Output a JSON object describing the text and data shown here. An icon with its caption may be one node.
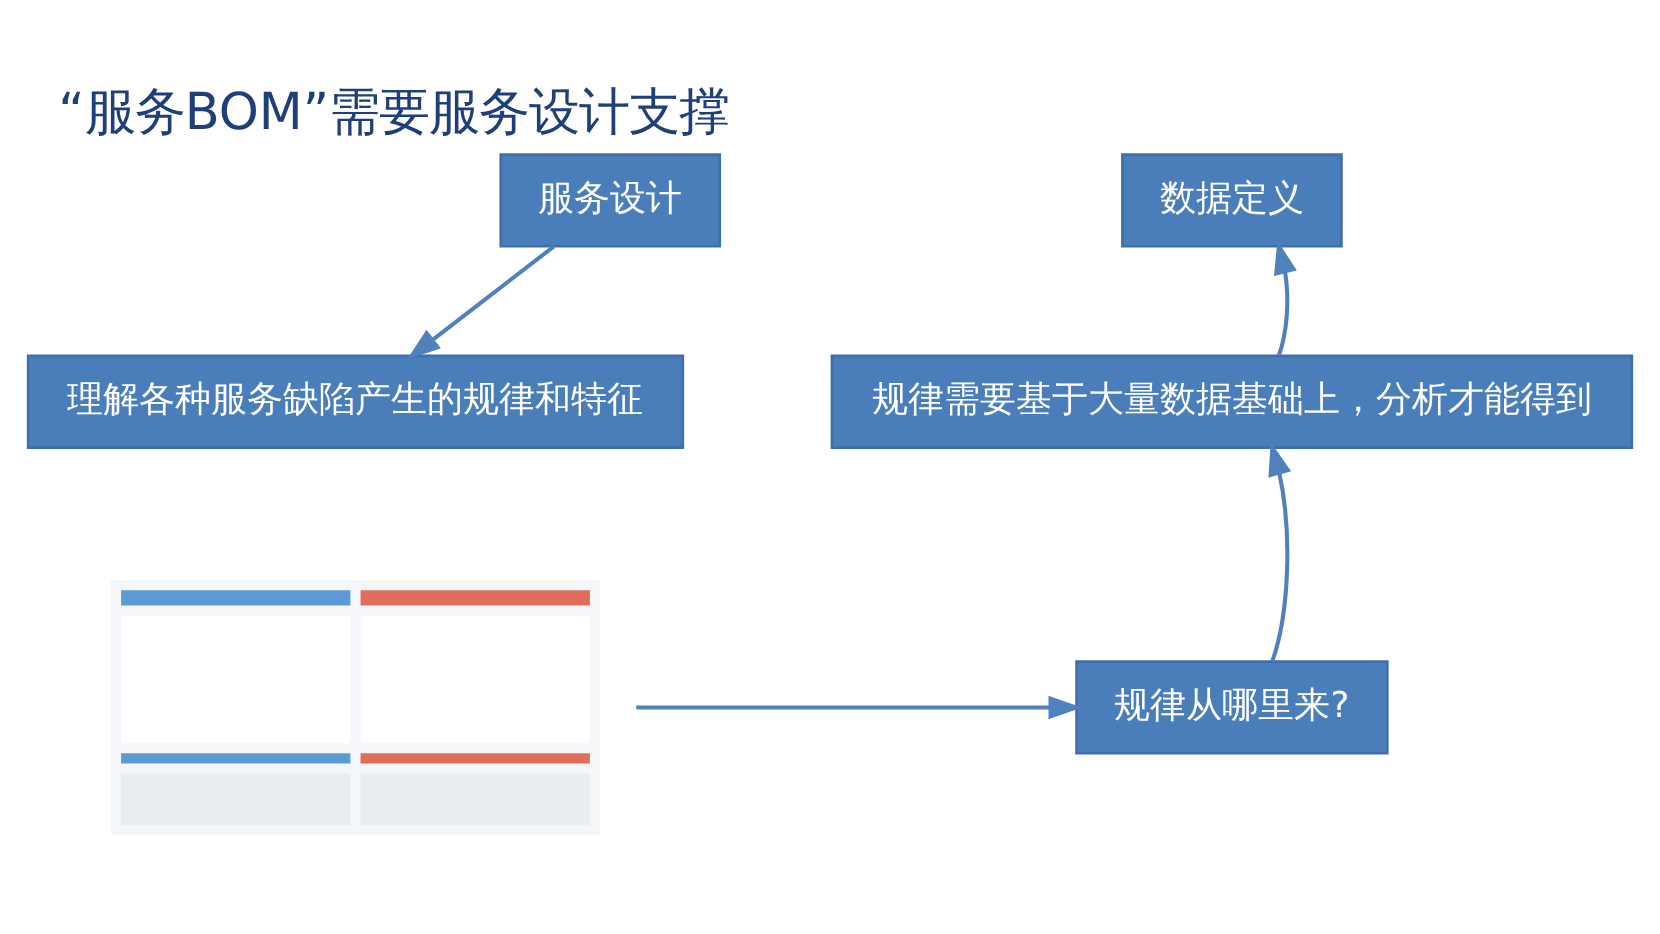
{
  "diagram": {
    "title": "“服务BOM”需要服务设计支撑",
    "nodes": [
      {
        "text": [
          "服务设计"
        ]
      },
      {
        "text": [
          "理解各种服务缺陷产生的规律和特征"
        ]
      },
      {
        "text": [
          "数据定义"
        ]
      },
      {
        "text": [
          "规律需要基于大量数据基础上，分析才能得到"
        ]
      },
      {
        "text": [
          "规律从哪里来?"
        ]
      },
      {
        "text": [],
        "shape": "picture"
      }
    ],
    "edges": [
      {
        "from": 0,
        "to": 1,
        "arrow": "to"
      },
      {
        "from": 5,
        "to": 4,
        "arrow": "to"
      },
      {
        "from": 4,
        "to": 3,
        "arrow": "to"
      },
      {
        "from": 3,
        "to": 2,
        "arrow": "to"
      }
    ]
  }
}
